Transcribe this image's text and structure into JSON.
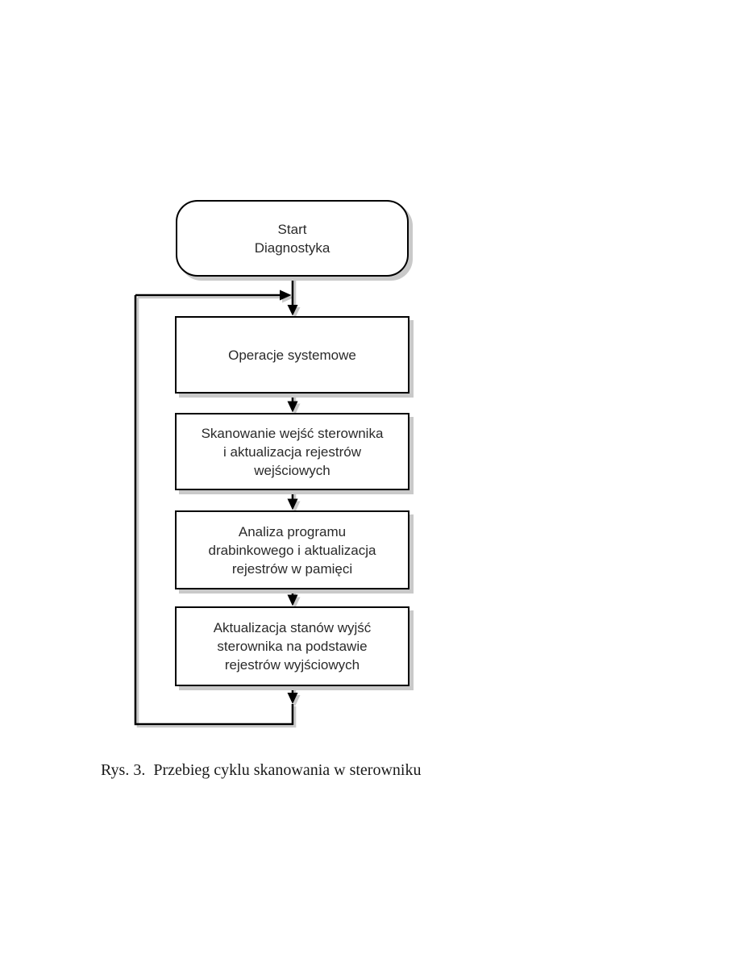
{
  "colors": {
    "background": "#ffffff",
    "ink": "#000000",
    "shadow": "#c9c9c9",
    "node_fill": "#ffffff",
    "text": "#2a2a2a"
  },
  "flowchart": {
    "nodes": [
      {
        "id": "start",
        "type": "terminator",
        "label": "Start\nDiagnostyka"
      },
      {
        "id": "operacje",
        "type": "process",
        "label": "Operacje systemowe"
      },
      {
        "id": "skanowanie",
        "type": "process",
        "label": "Skanowanie wejść sterownika\ni aktualizacja rejestrów\nwejściowych"
      },
      {
        "id": "analiza",
        "type": "process",
        "label": "Analiza programu\ndrabinkowego i aktualizacja\nrejestrów w pamięci"
      },
      {
        "id": "aktualizacja",
        "type": "process",
        "label": "Aktualizacja stanów wyjść\nsterownika na podstawie\nrejestrów wyjściowych"
      }
    ],
    "edges": [
      {
        "from": "start",
        "to": "operacje"
      },
      {
        "from": "operacje",
        "to": "skanowanie"
      },
      {
        "from": "skanowanie",
        "to": "analiza"
      },
      {
        "from": "analiza",
        "to": "aktualizacja"
      },
      {
        "from": "aktualizacja",
        "to": "operacje",
        "kind": "loop-back"
      }
    ]
  },
  "caption": {
    "text": "Rys. 3.  Przebieg cyklu skanowania w sterowniku"
  }
}
